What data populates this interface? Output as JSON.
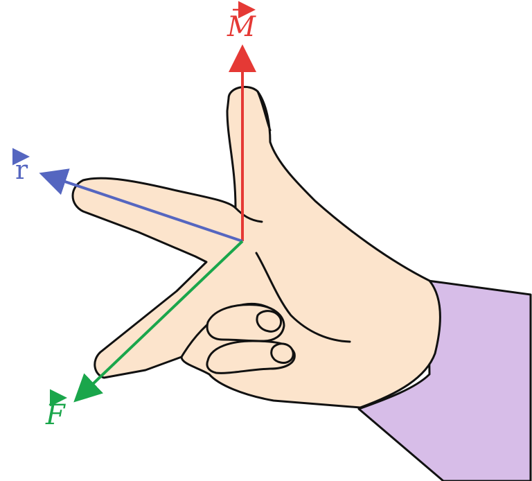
{
  "vectors": {
    "M": {
      "symbol": "M",
      "color": "#e53935"
    },
    "r": {
      "symbol": "r",
      "color": "#5566c0"
    },
    "F": {
      "symbol": "F",
      "color": "#1aa64b"
    }
  },
  "colors": {
    "skin": "#fce4cc",
    "sleeve": "#d7bde8",
    "outline": "#111111"
  }
}
